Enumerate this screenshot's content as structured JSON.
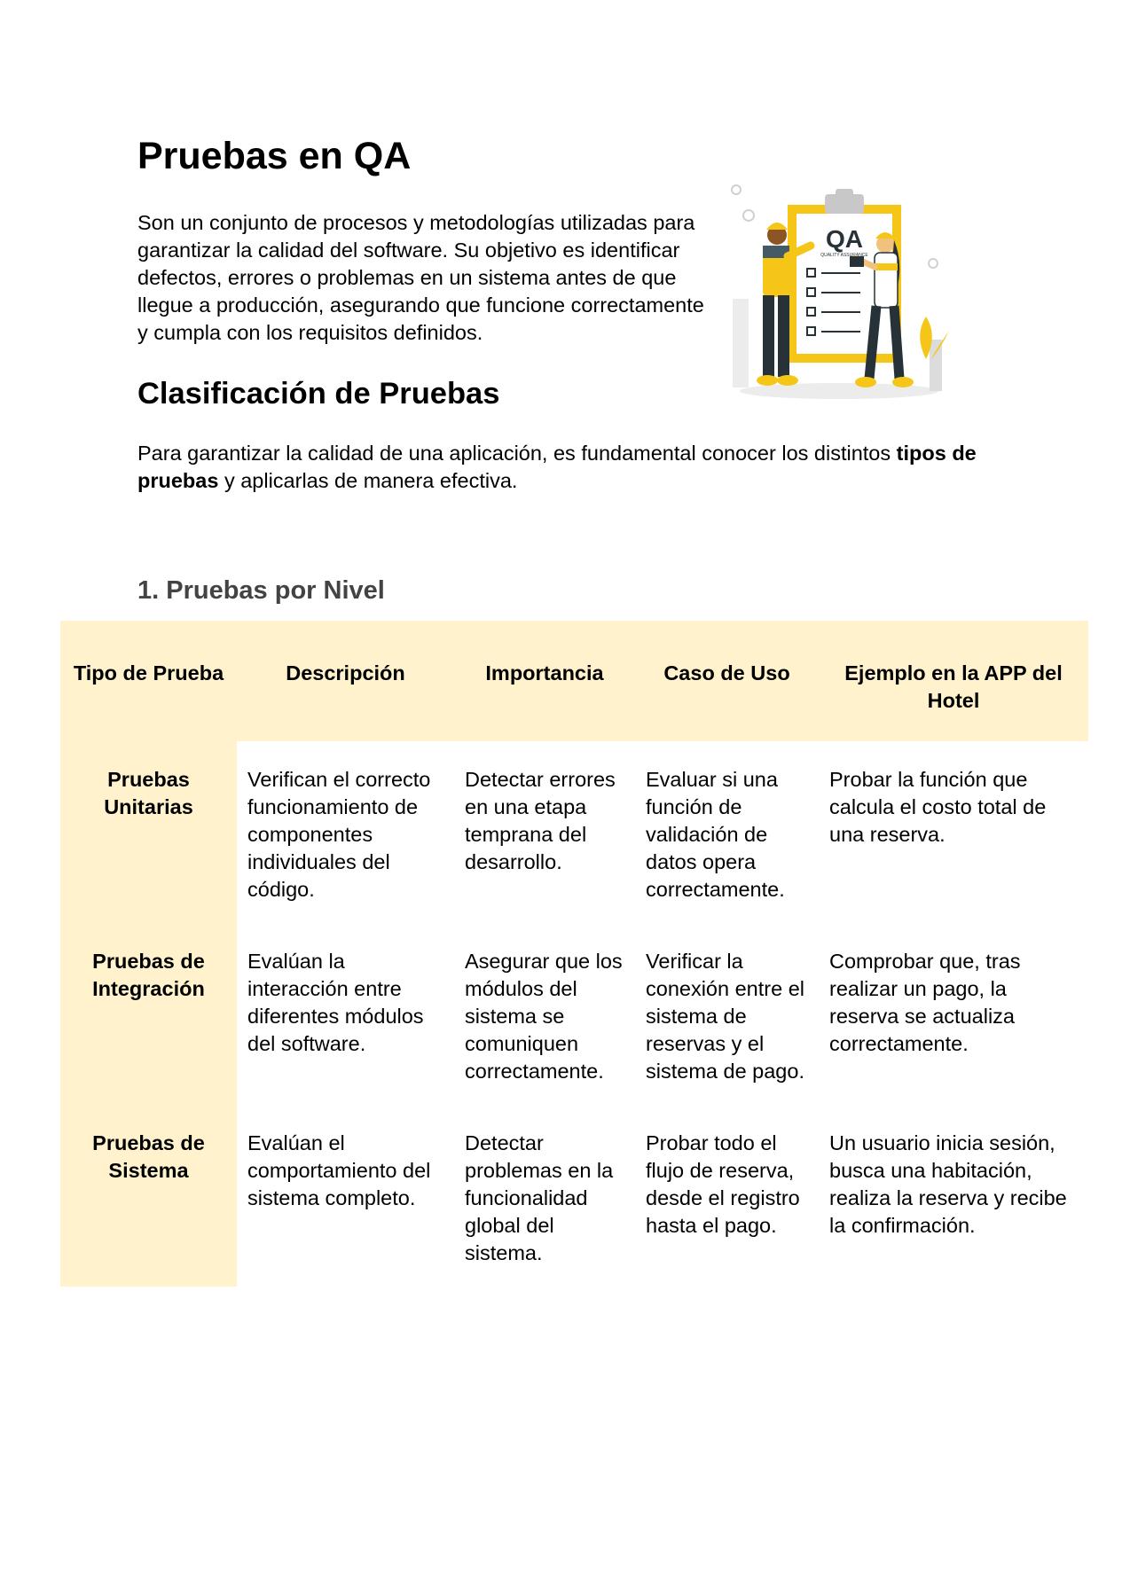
{
  "title": "Pruebas en QA",
  "intro": "Son un conjunto de procesos y metodologías utilizadas para garantizar la calidad del software. Su objetivo es identificar defectos, errores o problemas en un sistema antes de que llegue a producción, asegurando que funcione correctamente y cumpla con los requisitos definidos.",
  "illustration": {
    "logo_text": "QA",
    "logo_subtext": "QUALITY ASSURANCE",
    "accent_color": "#f5c518"
  },
  "classification": {
    "heading": "Clasificación de Pruebas",
    "para_before": "Para garantizar la calidad de una aplicación, es fundamental conocer los distintos ",
    "para_bold": "tipos de pruebas",
    "para_after": " y aplicarlas de manera efectiva."
  },
  "section1": {
    "heading": "1. Pruebas por Nivel",
    "table": {
      "headers": [
        "Tipo de Prueba",
        "Descripción",
        "Importancia",
        "Caso de Uso",
        "Ejemplo en la APP del Hotel"
      ],
      "rows": [
        {
          "type": "Pruebas Unitarias",
          "description": "Verifican el correcto funcionamiento de componentes individuales del código.",
          "importance": "Detectar errores en una etapa temprana del desarrollo.",
          "use_case": "Evaluar si una función de validación de datos opera correctamente.",
          "example": "Probar la función que calcula el costo total de una reserva."
        },
        {
          "type": "Pruebas de Integración",
          "description": "Evalúan la interacción entre diferentes módulos del software.",
          "importance": "Asegurar que los módulos del sistema se comuniquen correctamente.",
          "use_case": "Verificar la conexión entre el sistema de reservas y el sistema de pago.",
          "example": "Comprobar que, tras realizar un pago, la reserva se actualiza correctamente."
        },
        {
          "type": "Pruebas de Sistema",
          "description": "Evalúan el comportamiento del sistema completo.",
          "importance": "Detectar problemas en la funcionalidad global del sistema.",
          "use_case": "Probar todo el flujo de reserva, desde el registro hasta el pago.",
          "example": "Un usuario inicia sesión, busca una habitación, realiza la reserva y recibe la confirmación."
        }
      ]
    }
  }
}
